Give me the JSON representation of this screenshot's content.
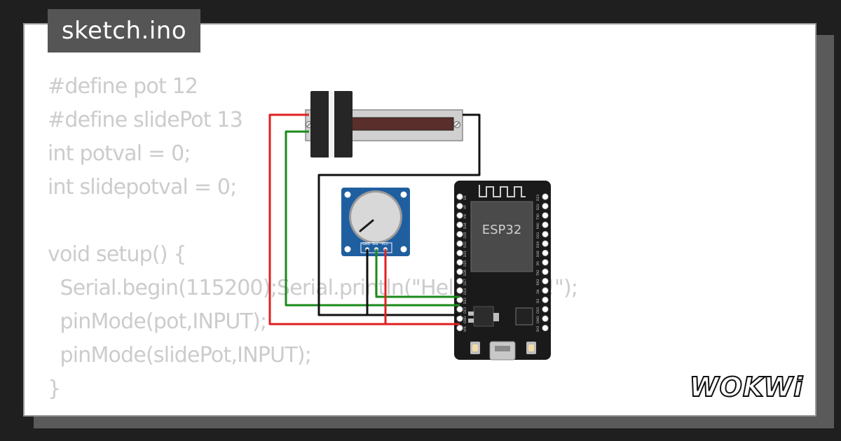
{
  "file_tab": {
    "label": "sketch.ino"
  },
  "code_lines": [
    "#define pot 12",
    "#define slidePot 13",
    "int potval = 0;",
    "int slidepotval = 0;",
    "",
    "void setup() {",
    "  Serial.begin(115200);Serial.println(\"Hello, ESP32!\");",
    "  pinMode(pot,INPUT);",
    "  pinMode(slidePot,INPUT);",
    "}"
  ],
  "esp32": {
    "label": "ESP32",
    "left_pins": [
      "EN",
      "VP",
      "VN",
      "D34",
      "D35",
      "D32",
      "D33",
      "D25",
      "D26",
      "D27",
      "D14",
      "D12",
      "D13",
      "GND",
      "VIN"
    ],
    "right_pins": [
      "D23",
      "D22",
      "TX0",
      "RX0",
      "D21",
      "D19",
      "D18",
      "D5",
      "TX2",
      "RX2",
      "D4",
      "D2",
      "D15",
      "GND",
      "3V3"
    ]
  },
  "rotary_pot": {
    "pin_labels": [
      "GND",
      "SIG",
      "VCC"
    ]
  },
  "brand": {
    "name": "WOKWi"
  },
  "colors": {
    "wire_red": "#e02020",
    "wire_green": "#1a8a1a",
    "wire_black": "#111111",
    "pot_board": "#1f5fa0",
    "esp_board": "#1a1a1a"
  }
}
